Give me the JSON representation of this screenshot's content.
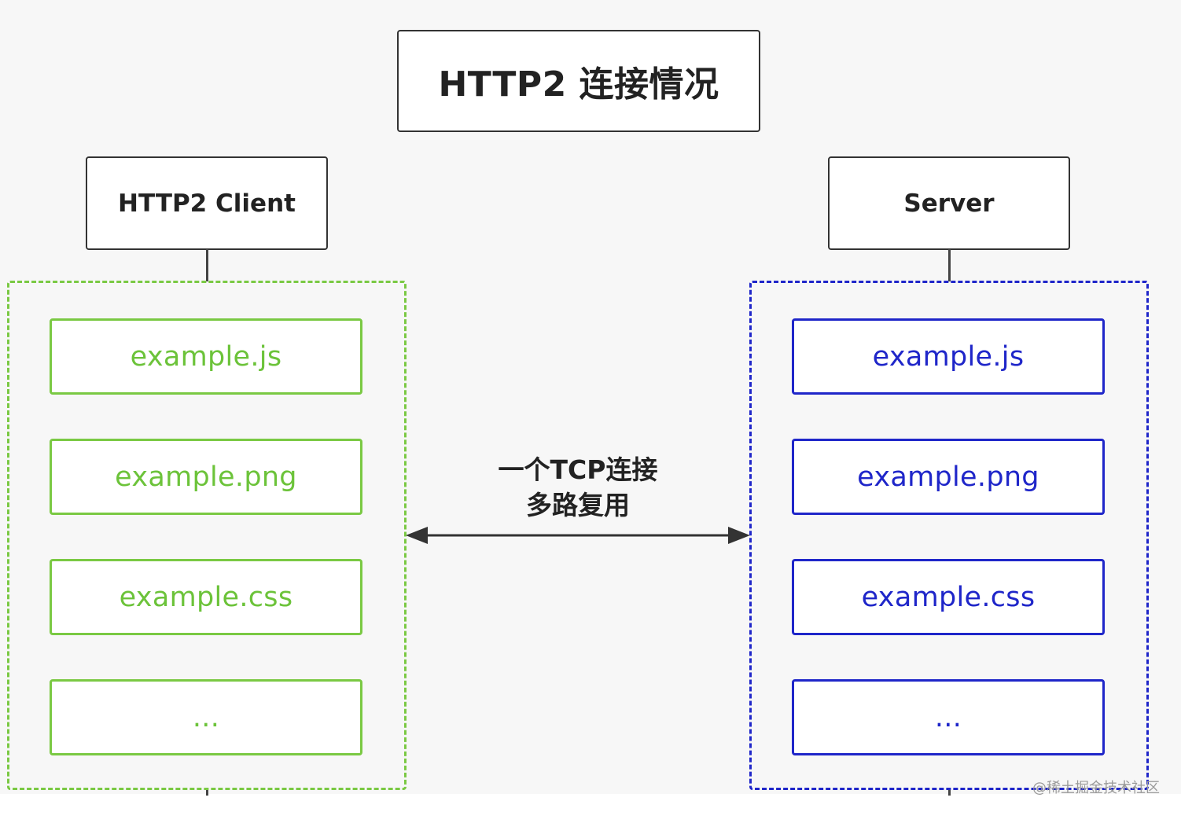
{
  "title": "HTTP2 连接情况",
  "client": {
    "label": "HTTP2 Client",
    "files": [
      "example.js",
      "example.png",
      "example.css",
      "..."
    ],
    "color": "#7ac943"
  },
  "server": {
    "label": "Server",
    "files": [
      "example.js",
      "example.png",
      "example.css",
      "..."
    ],
    "color": "#1f26c9"
  },
  "connection": {
    "line1": "一个TCP连接",
    "line2": "多路复用"
  },
  "watermark": "@稀土掘金技术社区"
}
